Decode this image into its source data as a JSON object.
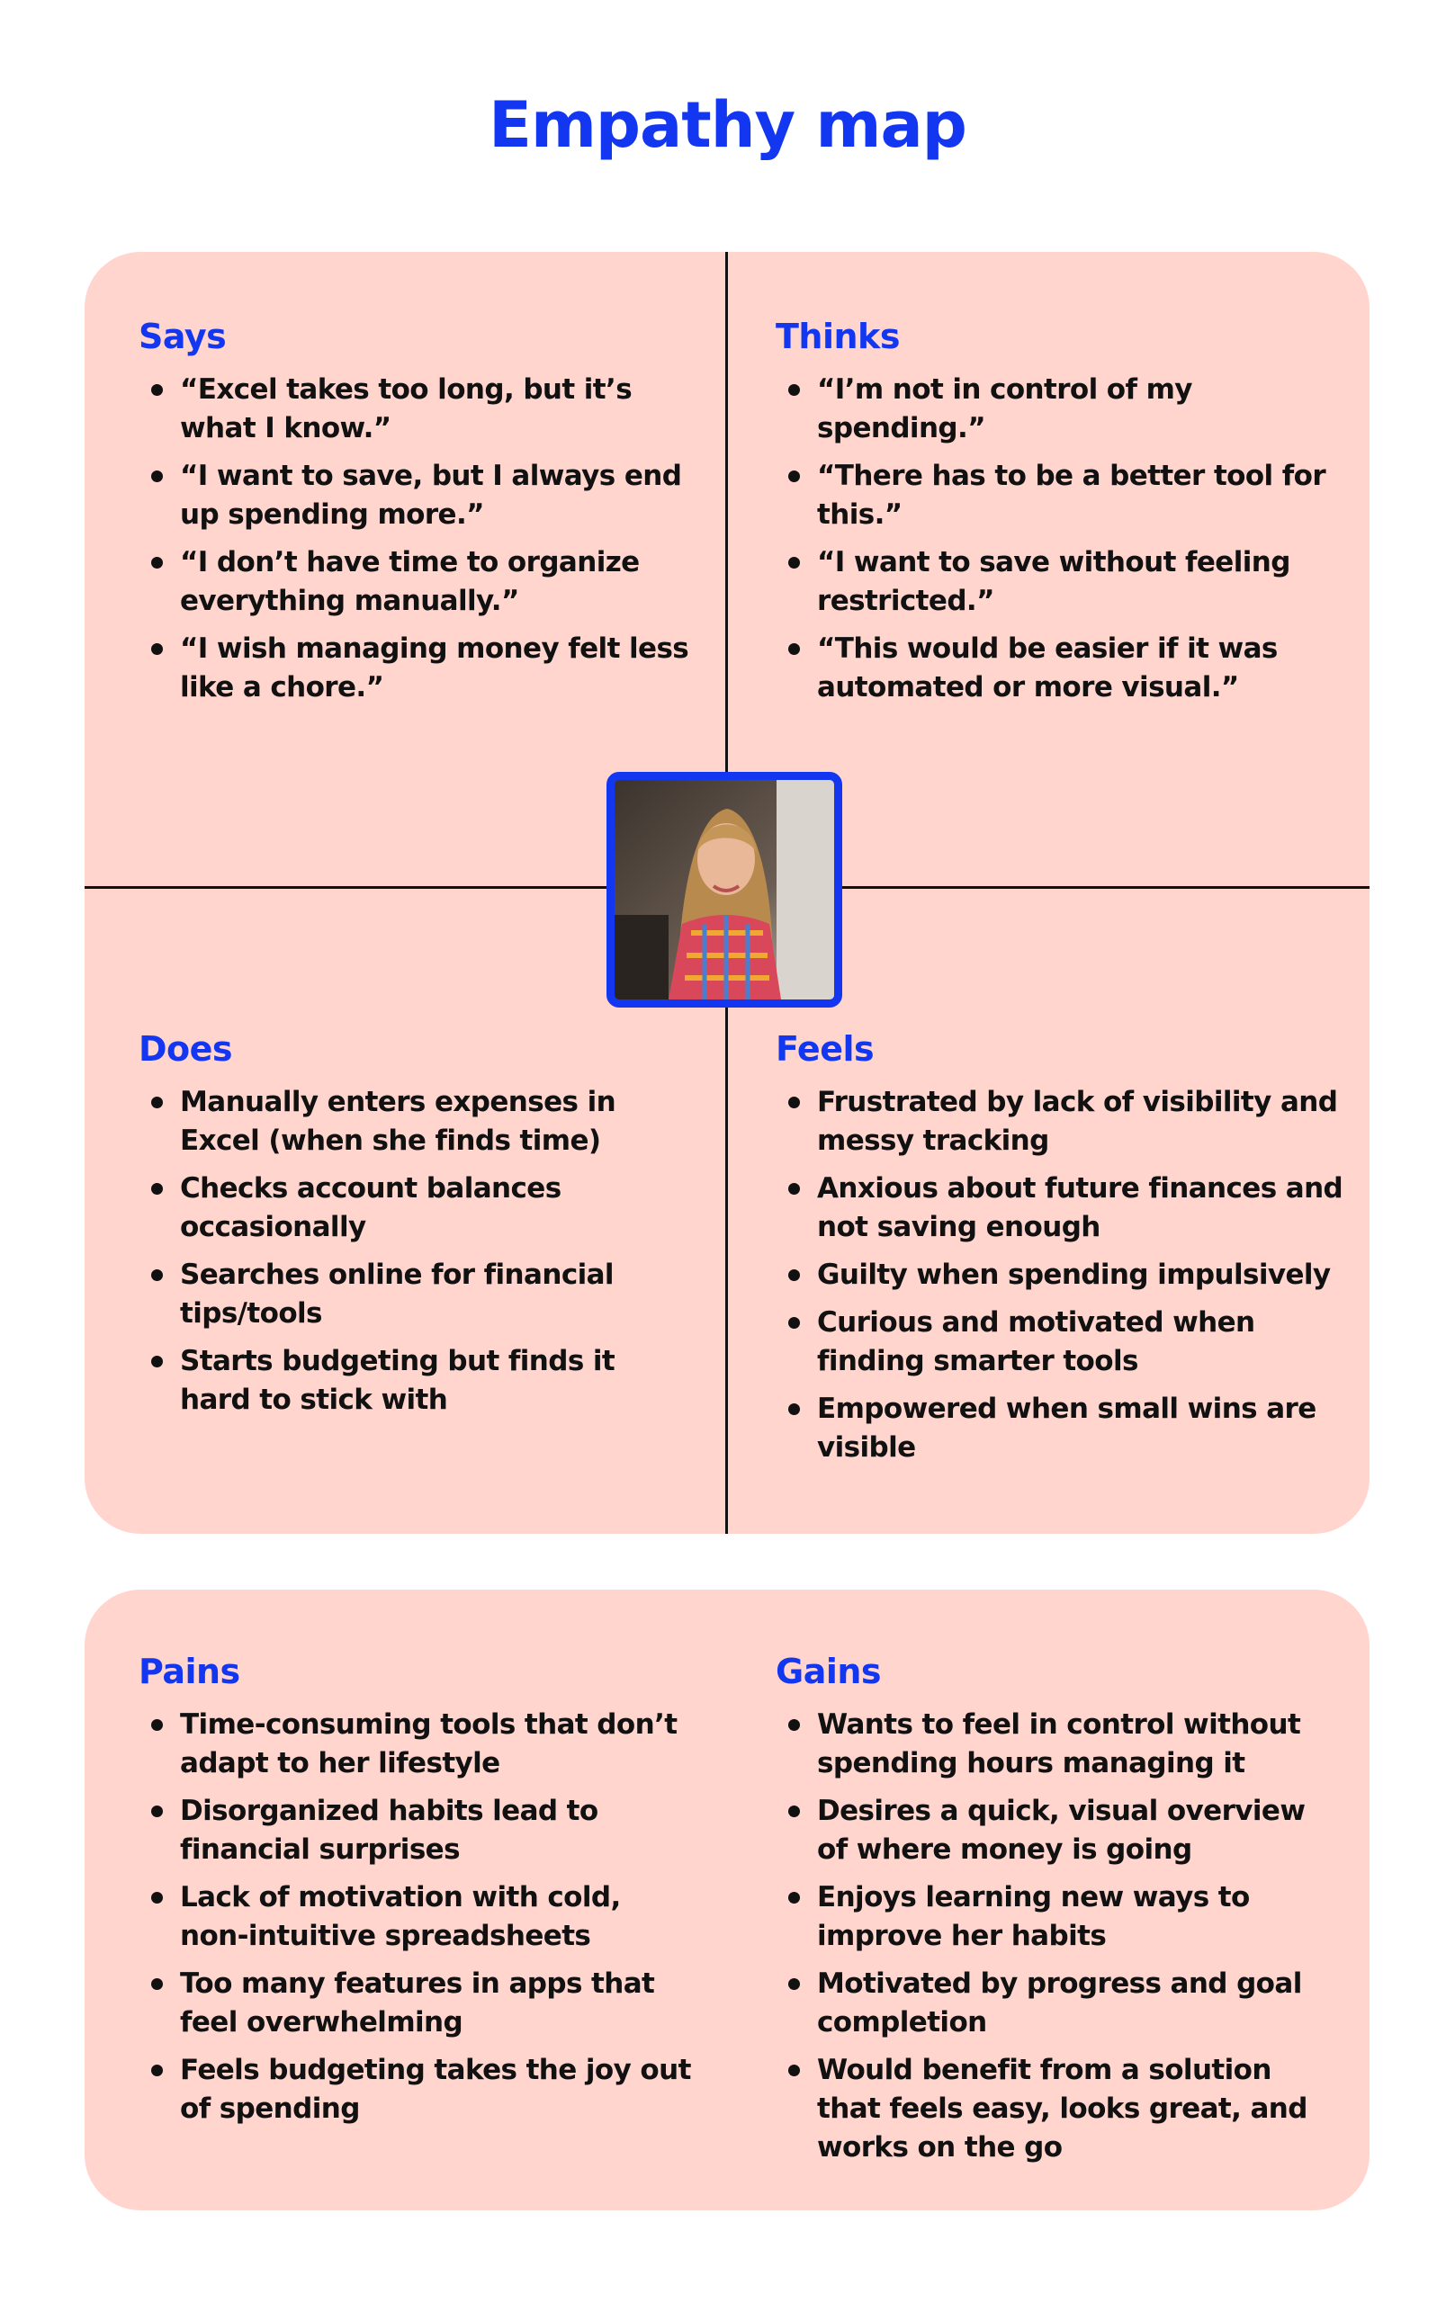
{
  "title": "Empathy map",
  "says": {
    "heading": "Says",
    "items": [
      "“Excel takes too long, but it’s what I know.”",
      "“I want to save, but I always end up spending more.”",
      "“I don’t have time to organize everything manually.”",
      "“I wish managing money felt less like a chore.”"
    ]
  },
  "thinks": {
    "heading": "Thinks",
    "items": [
      "“I’m not in control of my spending.”",
      "“There has to be a better tool for this.”",
      "“I want to save without feeling restricted.”",
      "“This would be easier if it was automated or more visual.”"
    ]
  },
  "does": {
    "heading": "Does",
    "items": [
      "Manually enters expenses in Excel (when she finds time)",
      "Checks account balances occasionally",
      "Searches online for financial tips/tools",
      "Starts budgeting but finds it hard to stick with"
    ]
  },
  "feels": {
    "heading": "Feels",
    "items": [
      "Frustrated by lack of visibility and messy tracking",
      "Anxious about future finances and not saving enough",
      "Guilty when spending impulsively",
      "Curious and motivated when finding smarter tools",
      "Empowered when small wins are visible"
    ]
  },
  "pains": {
    "heading": "Pains",
    "items": [
      "Time-consuming tools that don’t adapt to her lifestyle",
      "Disorganized habits lead to financial surprises",
      "Lack of motivation with cold, non-intuitive spreadsheets",
      "Too many features in apps that feel overwhelming",
      "Feels budgeting takes the joy out of spending"
    ]
  },
  "gains": {
    "heading": "Gains",
    "items": [
      "Wants to feel in control without spending hours managing it",
      "Desires a quick, visual overview of where money is going",
      "Enjoys learning new ways to improve her habits",
      "Motivated by progress and goal completion",
      "Would benefit from a solution that feels easy, looks great, and works on the go"
    ]
  },
  "colors": {
    "accent": "#1336f0",
    "card": "#ffd5ce",
    "text": "#111111"
  }
}
